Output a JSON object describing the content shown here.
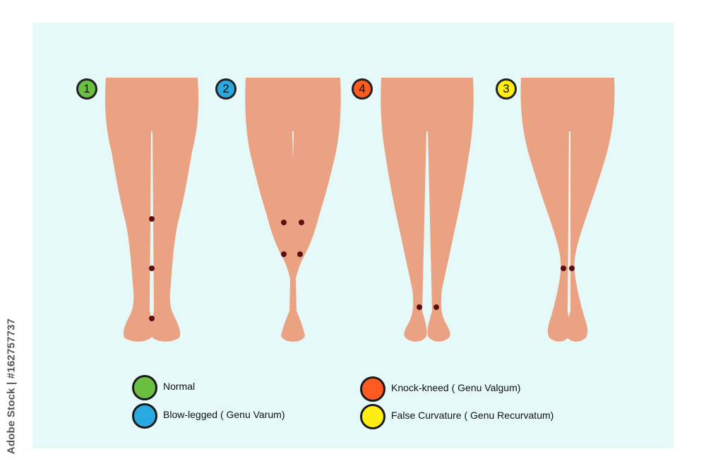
{
  "watermark": "Adobe Stock | #162757737",
  "figures": [
    {
      "number": "1",
      "color": "#6cc041"
    },
    {
      "number": "2",
      "color": "#2aa8e0"
    },
    {
      "number": "4",
      "color": "#ff5a1f"
    },
    {
      "number": "3",
      "color": "#ffee10"
    }
  ],
  "legend": [
    {
      "label": "Normal",
      "color": "#6cc041"
    },
    {
      "label": "Blow-legged ( Genu Varum)",
      "color": "#2aa8e0"
    },
    {
      "label": "Knock-kneed ( Genu Valgum)",
      "color": "#ff5a1f"
    },
    {
      "label": "False Curvature ( Genu Recurvatum)",
      "color": "#ffee10"
    }
  ],
  "colors": {
    "skin": "#eba283",
    "background": "#e6f9f9",
    "marker": "#5a1010"
  }
}
